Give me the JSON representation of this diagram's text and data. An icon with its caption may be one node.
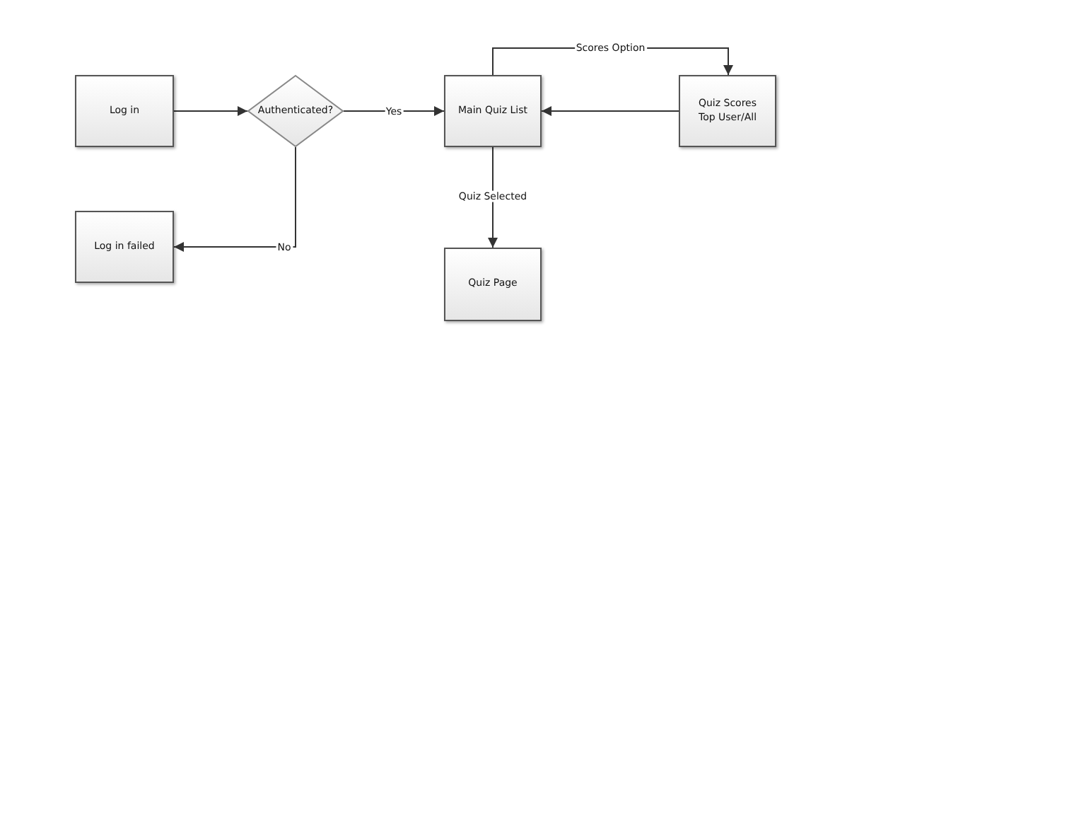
{
  "diagram": {
    "nodes": [
      {
        "text": [
          "Log in"
        ]
      },
      {
        "text": [
          "Authenticated?"
        ]
      },
      {
        "text": [
          "Main Quiz List"
        ]
      },
      {
        "text": [
          "Quiz Scores Top User/All"
        ]
      },
      {
        "text": [
          "Log in failed"
        ]
      },
      {
        "text": [
          "Quiz Page"
        ]
      }
    ],
    "edges": [
      {
        "from": 0,
        "to": 1,
        "arrow": "to"
      },
      {
        "from": 1,
        "to": 2,
        "label": "Yes",
        "arrow": "to"
      },
      {
        "from": 1,
        "to": 4,
        "label": "No",
        "arrow": "to"
      },
      {
        "from": 2,
        "to": 3,
        "label": "Scores Option",
        "arrow": "to"
      },
      {
        "from": 3,
        "to": 2,
        "arrow": "to"
      },
      {
        "from": 2,
        "to": 5,
        "label": "Quiz Selected",
        "arrow": "to"
      }
    ]
  }
}
